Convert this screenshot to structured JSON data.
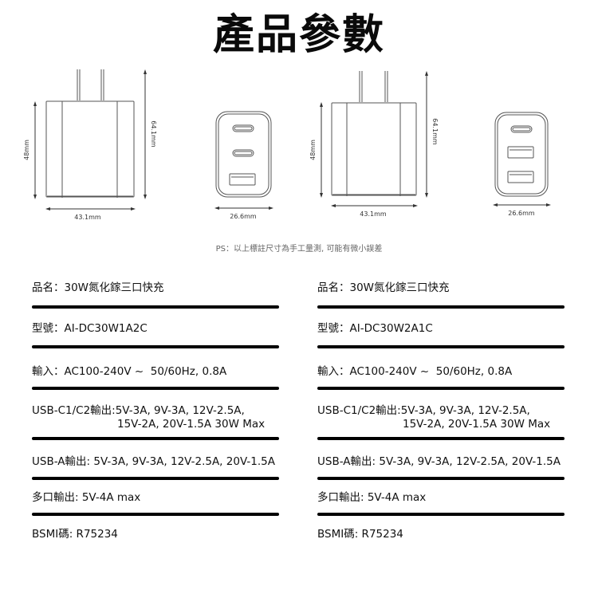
{
  "title": "產品參數",
  "diagrams": {
    "product_1": {
      "side_view": {
        "height_label": "48mm",
        "total_height_label": "64.1mm",
        "width_label": "43.1mm"
      },
      "front_view": {
        "width_label": "26.6mm",
        "ports": [
          "usb-c",
          "usb-c",
          "usb-a"
        ]
      }
    },
    "product_2": {
      "side_view": {
        "height_label": "48mm",
        "total_height_label": "64.1mm",
        "width_label": "43.1mm"
      },
      "front_view": {
        "width_label": "26.6mm",
        "ports": [
          "usb-c",
          "usb-a",
          "usb-a"
        ]
      }
    }
  },
  "note": "PS：以上標註尺寸為手工量測, 可能有微小誤差",
  "specs": {
    "left": {
      "name": "品名：30W氮化鎵三口快充",
      "model": "型號：AI-DC30W1A2C",
      "input": "輸入：AC100-240V ~  50/60Hz, 0.8A",
      "usbc_output_line1": "USB-C1/C2輸出:5V-3A, 9V-3A, 12V-2.5A,",
      "usbc_output_line2": "15V-2A, 20V-1.5A 30W Max",
      "usba_output": "USB-A輸出: 5V-3A, 9V-3A, 12V-2.5A, 20V-1.5A",
      "multi_output": "多口輸出: 5V-4A max",
      "bsmi": "BSMI碼: R75234"
    },
    "right": {
      "name": "品名：30W氮化鎵三口快充",
      "model": "型號：AI-DC30W2A1C",
      "input": "輸入：AC100-240V ~  50/60Hz, 0.8A",
      "usbc_output_line1": "USB-C1/C2輸出:5V-3A, 9V-3A, 12V-2.5A,",
      "usbc_output_line2": "15V-2A, 20V-1.5A 30W Max",
      "usba_output": "USB-A輸出: 5V-3A, 9V-3A, 12V-2.5A, 20V-1.5A",
      "multi_output": "多口輸出: 5V-4A max",
      "bsmi": "BSMI碼: R75234"
    }
  }
}
